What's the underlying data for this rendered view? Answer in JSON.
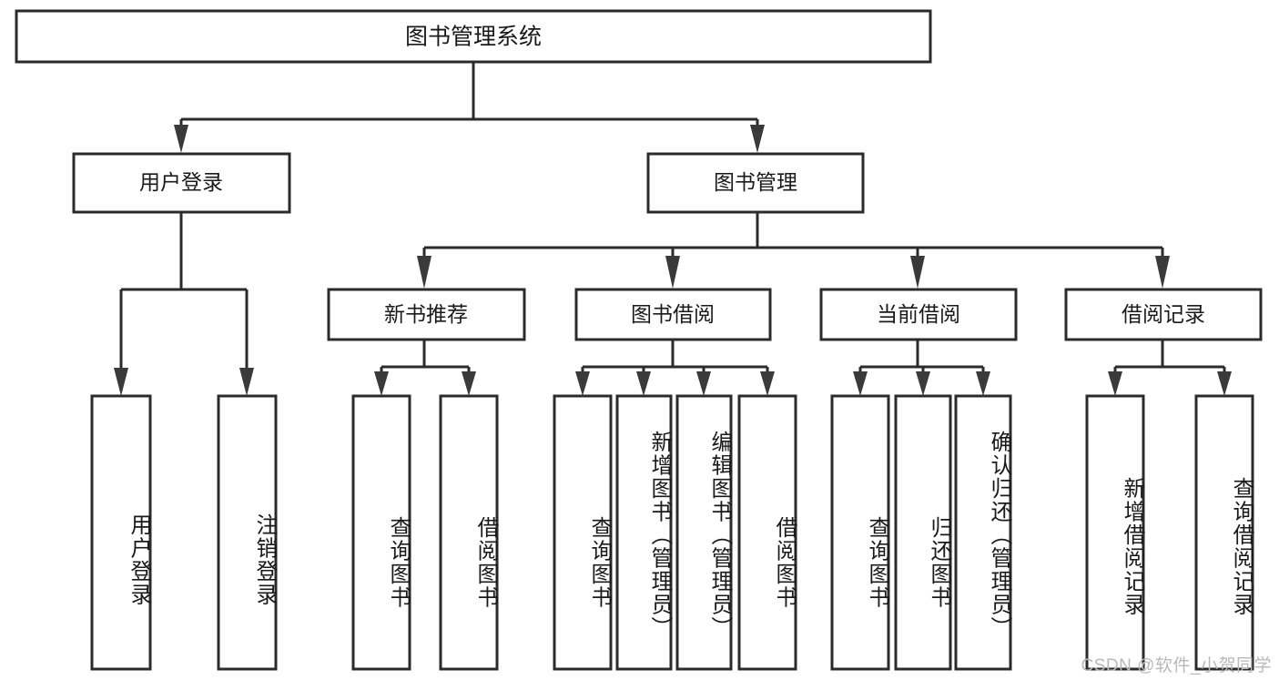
{
  "diagram": {
    "title": "图书管理系统",
    "type": "tree-hierarchy",
    "watermark": "CSDN @软件_小贺同学",
    "colors": {
      "box_stroke": "#2b2b2b",
      "box_fill": "#ffffff",
      "text": "#1a1a1a",
      "watermark": "#b9b9b9",
      "background": "#ffffff"
    },
    "levels": {
      "root": {
        "label": "图书管理系统"
      },
      "modules": [
        {
          "id": "user-login",
          "label": "用户登录"
        },
        {
          "id": "book-management",
          "label": "图书管理"
        }
      ],
      "submodules": [
        {
          "id": "new-book-recommend",
          "label": "新书推荐",
          "parent": "book-management"
        },
        {
          "id": "book-borrow",
          "label": "图书借阅",
          "parent": "book-management"
        },
        {
          "id": "current-borrow",
          "label": "当前借阅",
          "parent": "book-management"
        },
        {
          "id": "borrow-record",
          "label": "借阅记录",
          "parent": "book-management"
        }
      ],
      "leaves": [
        {
          "id": "leaf-user-login",
          "label": "用户登录",
          "parent": "user-login"
        },
        {
          "id": "leaf-logout-login",
          "label": "注销登录",
          "parent": "user-login"
        },
        {
          "id": "leaf-query-book-rec",
          "label": "查询图书",
          "parent": "new-book-recommend"
        },
        {
          "id": "leaf-borrow-book-rec",
          "label": "借阅图书",
          "parent": "new-book-recommend"
        },
        {
          "id": "leaf-query-book-borrow",
          "label": "查询图书",
          "parent": "book-borrow"
        },
        {
          "id": "leaf-add-book",
          "label": "新增图书（管理员）",
          "parent": "book-borrow"
        },
        {
          "id": "leaf-edit-book",
          "label": "编辑图书（管理员）",
          "parent": "book-borrow"
        },
        {
          "id": "leaf-borrow-book",
          "label": "借阅图书",
          "parent": "book-borrow"
        },
        {
          "id": "leaf-query-book-current",
          "label": "查询图书",
          "parent": "current-borrow"
        },
        {
          "id": "leaf-return-book",
          "label": "归还图书",
          "parent": "current-borrow"
        },
        {
          "id": "leaf-confirm-return",
          "label": "确认归还（管理员）",
          "parent": "current-borrow"
        },
        {
          "id": "leaf-add-record",
          "label": "新增借阅记录",
          "parent": "borrow-record"
        },
        {
          "id": "leaf-query-record",
          "label": "查询借阅记录",
          "parent": "borrow-record"
        }
      ]
    }
  }
}
